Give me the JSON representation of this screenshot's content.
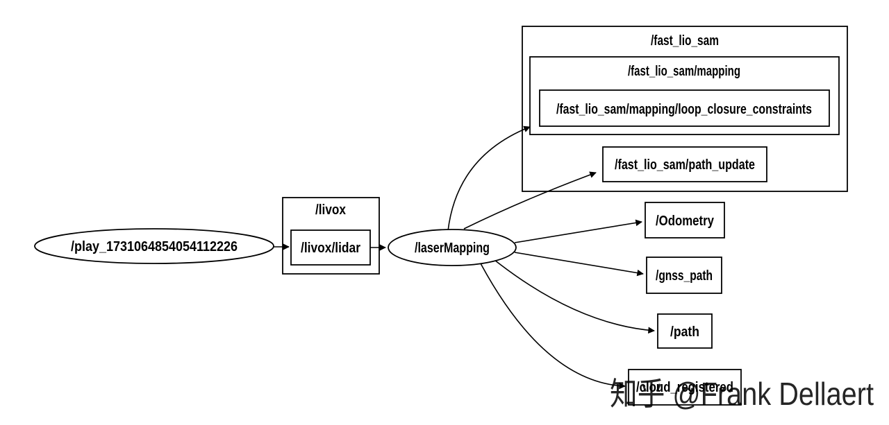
{
  "diagram": {
    "kind": "ros-computation-graph",
    "colors": {
      "background": "#ffffff",
      "node_stroke": "#000000",
      "node_fill": "#ffffff",
      "edge": "#000000",
      "text": "#000000"
    },
    "nodes": {
      "play": {
        "label": "/play_1731064854054112226",
        "shape": "ellipse"
      },
      "livox_cluster": {
        "label": "/livox",
        "shape": "box"
      },
      "livox_lidar": {
        "label": "/livox/lidar",
        "shape": "box"
      },
      "laser_mapping": {
        "label": "/laserMapping",
        "shape": "ellipse"
      },
      "fast_lio_sam_cluster": {
        "label": "/fast_lio_sam",
        "shape": "box"
      },
      "fast_lio_sam_mapping_cluster": {
        "label": "/fast_lio_sam/mapping",
        "shape": "box"
      },
      "loop_closure_constraints": {
        "label": "/fast_lio_sam/mapping/loop_closure_constraints",
        "shape": "box"
      },
      "path_update": {
        "label": "/fast_lio_sam/path_update",
        "shape": "box"
      },
      "odometry": {
        "label": "/Odometry",
        "shape": "box"
      },
      "gnss_path": {
        "label": "/gnss_path",
        "shape": "box"
      },
      "path": {
        "label": "/path",
        "shape": "box"
      },
      "cloud_registered": {
        "label": "/cloud_registered",
        "shape": "box"
      }
    },
    "edges": [
      {
        "from": "/play_1731064854054112226",
        "to": "/livox/lidar"
      },
      {
        "from": "/livox/lidar",
        "to": "/laserMapping"
      },
      {
        "from": "/laserMapping",
        "to": "/fast_lio_sam/mapping/loop_closure_constraints"
      },
      {
        "from": "/laserMapping",
        "to": "/fast_lio_sam/path_update"
      },
      {
        "from": "/laserMapping",
        "to": "/Odometry"
      },
      {
        "from": "/laserMapping",
        "to": "/gnss_path"
      },
      {
        "from": "/laserMapping",
        "to": "/path"
      },
      {
        "from": "/laserMapping",
        "to": "/cloud_registered"
      }
    ]
  },
  "watermark": {
    "text": "知乎 @Frank Dellaert",
    "color": "#c9c9c9"
  }
}
